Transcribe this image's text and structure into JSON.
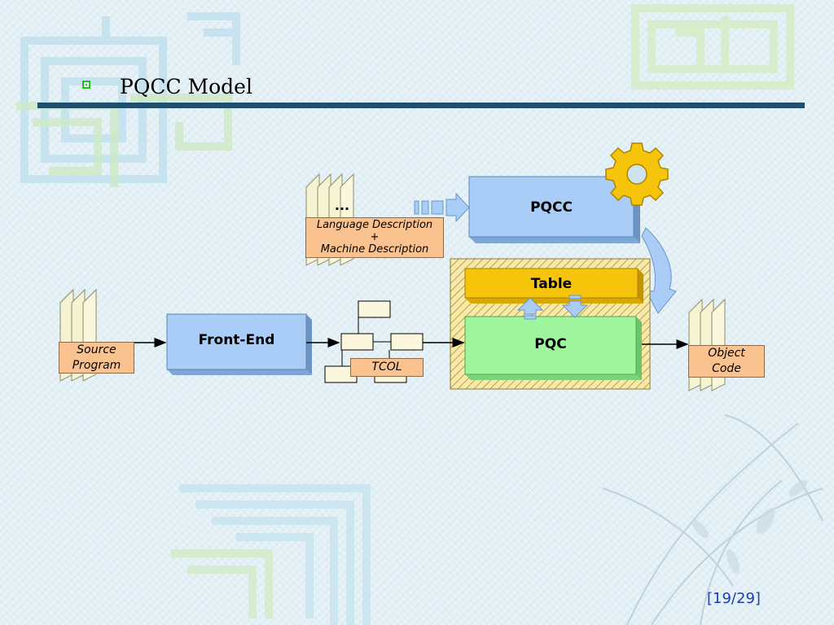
{
  "slide": {
    "title": "PQCC Model",
    "page_number": "[19/29]"
  },
  "diagram": {
    "language_machine_dots": "...",
    "language_description": "Language Description",
    "plus": "+",
    "machine_description": "Machine Description",
    "pqcc": "PQCC",
    "table": "Table",
    "pqc": "PQC",
    "front_end": "Front-End",
    "tcol": "TCOL",
    "source_line1": "Source",
    "source_line2": "Program",
    "object_line1": "Object",
    "object_line2": "Code"
  },
  "colors": {
    "box_blue": "#a9cdf7",
    "box_green": "#9ef59e",
    "box_gold": "#f6c40a",
    "label_orange": "#f9c28e",
    "title_rule": "#1f4e6e",
    "page_number": "#1a3fb0",
    "bullet": "#1fc21f"
  }
}
